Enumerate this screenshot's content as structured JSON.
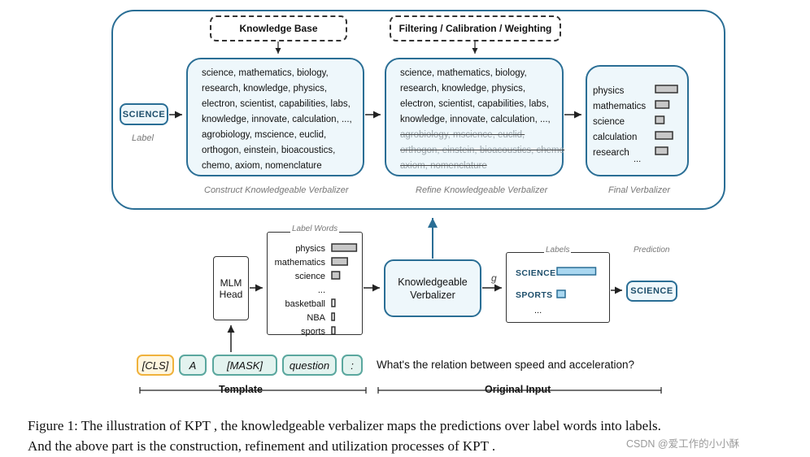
{
  "top_panel": {
    "knowledge_base_label": "Knowledge Base",
    "filtering_label": "Filtering / Calibration / Weighting",
    "science_tag": "SCIENCE",
    "label_caption": "Label",
    "construct_words": [
      "science, mathematics, biology,",
      "research, knowledge, physics,",
      "electron, scientist, capabilities, labs,",
      "knowledge, innovate, calculation, ...,",
      "agrobiology, mscience,  euclid,",
      "orthogon, einstein, bioacoustics,",
      "chemo, axiom, nomenclature"
    ],
    "construct_caption": "Construct Knowledgeable Verbalizer",
    "refine_words": [
      "science, mathematics, biology,",
      "research, knowledge, physics,",
      "electron, scientist, capabilities, labs,",
      "knowledge, innovate, calculation, ...,"
    ],
    "refine_struck": [
      "agrobiology, mscience,  euclid,",
      "orthogon, einstein, bioacoustics, chemo",
      "axiom, nomenclature"
    ],
    "refine_caption": "Refine Knowledgeable Verbalizer",
    "final_words": [
      "physics",
      "mathematics",
      "science",
      "calculation",
      "research"
    ],
    "final_weights": [
      0.9,
      0.55,
      0.35,
      0.7,
      0.5
    ],
    "final_ellipsis": "...",
    "final_caption": "Final Verbalizer"
  },
  "bottom": {
    "mlm_head": [
      "MLM",
      "Head"
    ],
    "label_words_title": "Label Words",
    "label_words": [
      "physics",
      "mathematics",
      "science",
      "...",
      "basketball",
      "NBA",
      "sports"
    ],
    "label_word_weights": [
      0.95,
      0.6,
      0.3,
      0,
      0.12,
      0.1,
      0.12
    ],
    "kv_label": [
      "Knowledgeable",
      "Verbalizer"
    ],
    "g_label": "g",
    "labels_title": "Labels",
    "labels": [
      "SCIENCE",
      "SPORTS"
    ],
    "label_scores": [
      0.95,
      0.2
    ],
    "labels_ellipsis": "...",
    "prediction_title": "Prediction",
    "prediction": "SCIENCE",
    "template_tokens": [
      "[CLS]",
      "A",
      "[MASK]",
      "question",
      ":"
    ],
    "input_text": "What's the relation between speed and acceleration?",
    "template_label": "Template",
    "original_input_label": "Original Input"
  },
  "caption": {
    "line1": "Figure 1: The illustration of KPT , the knowledgeable verbalizer maps the predictions over label words into labels.",
    "line2": "And the above part is the construction, refinement and utilization processes of KPT .",
    "watermark": "CSDN @爱工作的小小酥"
  },
  "colors": {
    "accent": "#2a6e95",
    "box_fill": "#eef7fb",
    "teal_token": "#5aa79e",
    "orange_token": "#f0b23c",
    "bar_fill": "#c8c8c8",
    "label_bar_fill": "#a9d7f0"
  }
}
